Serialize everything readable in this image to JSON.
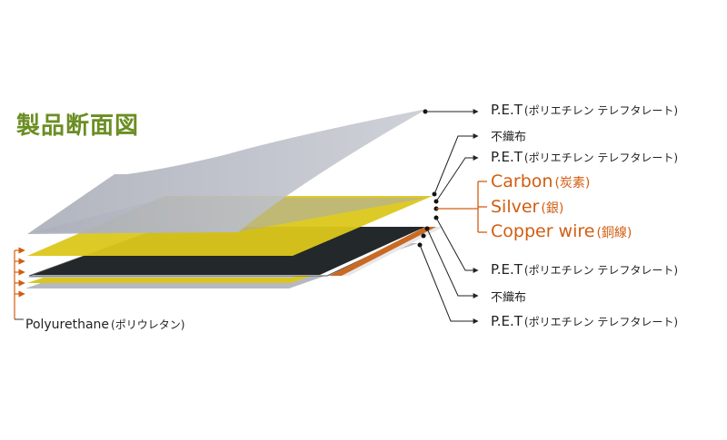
{
  "title": "製品断面図",
  "labels": {
    "pet_top": {
      "main": "P.E.T",
      "sub": "(ポリエチレン テレフタレート)"
    },
    "nonwoven_top": {
      "main": "不織布"
    },
    "pet_upper": {
      "main": "P.E.T",
      "sub": "(ポリエチレン テレフタレート)"
    },
    "carbon": {
      "main": "Carbon",
      "sub": "(炭素)"
    },
    "silver": {
      "main": "Silver",
      "sub": "(銀)"
    },
    "copper": {
      "main": "Copper wire",
      "sub": "(銅線)"
    },
    "pet_lower": {
      "main": "P.E.T",
      "sub": "(ポリエチレン テレフタレート)"
    },
    "nonwoven_bottom": {
      "main": "不織布"
    },
    "pet_bottom": {
      "main": "P.E.T",
      "sub": "(ポリエチレン テレフタレート)"
    },
    "polyurethane": {
      "main": "Polyurethane",
      "sub": "(ポリウレタン)"
    }
  },
  "colors": {
    "title": "#6b8e23",
    "film_gray": "#b4b7c0",
    "yellow": "#dcc71b",
    "dark": "#23282b",
    "copper": "#c96a24",
    "accent": "#d25d10",
    "leader": "#7a4a35"
  }
}
